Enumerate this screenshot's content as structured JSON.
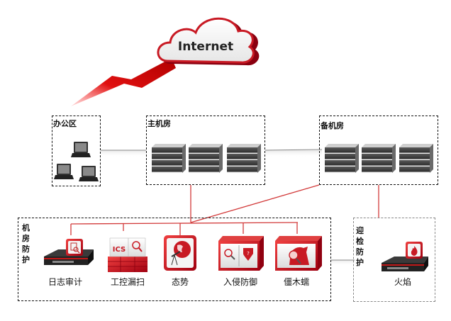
{
  "diagram": {
    "title": "Network security deployment topology",
    "cloud": {
      "label": "Internet"
    },
    "zones": {
      "office": {
        "label": "办公区",
        "devices": [
          {
            "type": "laptop"
          },
          {
            "type": "laptop"
          },
          {
            "type": "laptop"
          }
        ]
      },
      "main_dc": {
        "label": "主机房",
        "devices": [
          {
            "type": "server-rack"
          },
          {
            "type": "server-rack"
          },
          {
            "type": "server-rack"
          }
        ]
      },
      "backup_dc": {
        "label": "备机房",
        "devices": [
          {
            "type": "server-rack"
          },
          {
            "type": "server-rack"
          },
          {
            "type": "server-rack"
          }
        ]
      },
      "dc_protection": {
        "label": "机房防护",
        "devices": [
          {
            "label": "日志审计",
            "icon": "log-audit-icon"
          },
          {
            "label": "工控漏扫",
            "icon": "ics-scan-icon",
            "badge": "ICS"
          },
          {
            "label": "态势",
            "icon": "situation-awareness-icon"
          },
          {
            "label": "入侵防御",
            "icon": "intrusion-prevention-icon"
          },
          {
            "label": "僵木蠕",
            "icon": "trojan-worm-icon"
          }
        ]
      },
      "inspection_protection": {
        "label": "迎检防护",
        "devices": [
          {
            "label": "火焰",
            "icon": "flame-firewall-icon"
          }
        ]
      }
    },
    "colors": {
      "accent_red": "#d0202a",
      "link_gray": "#888888",
      "line_red": "#d23a3a"
    }
  }
}
